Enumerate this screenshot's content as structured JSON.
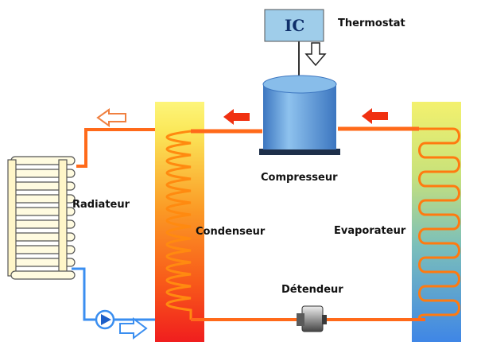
{
  "labels": {
    "thermostat": "Thermostat",
    "ic": "IC",
    "compressor": "Compresseur",
    "radiator": "Radiateur",
    "condenser": "Condenseur",
    "evaporator": "Evaporateur",
    "expansion_valve": "Détendeur"
  },
  "colors": {
    "hot_pipe": "#ff6a1a",
    "arrow_red": "#f03010",
    "cold_pipe": "#3a8ef0",
    "compressor_body": "#4f8fd6",
    "thermostat_box": "#9fcdea"
  }
}
